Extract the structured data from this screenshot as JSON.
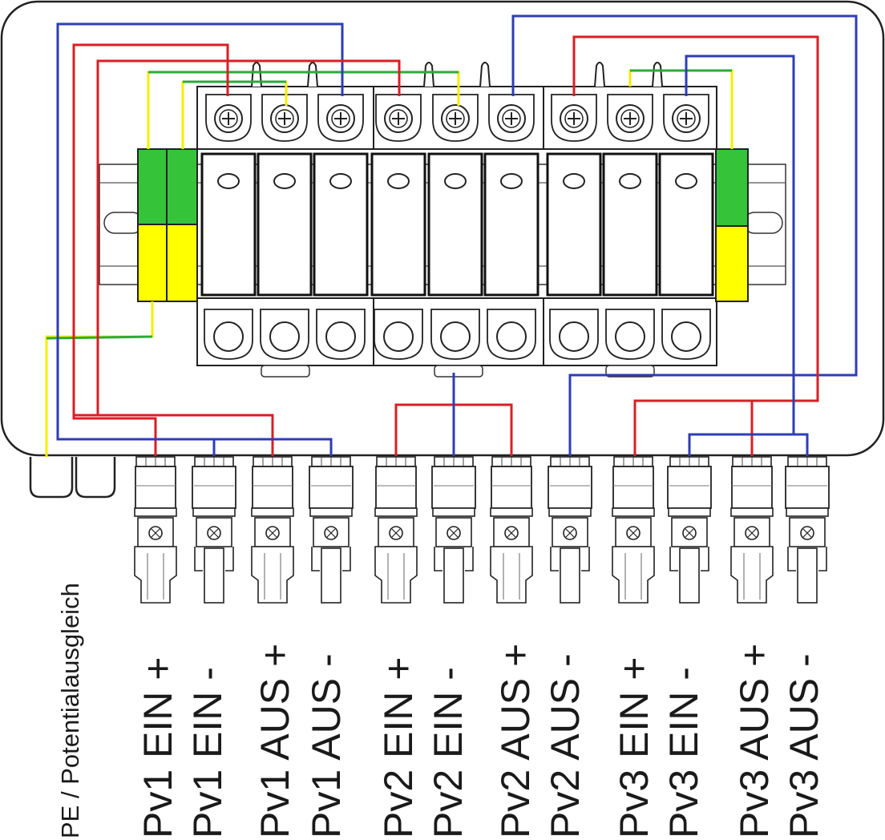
{
  "labels": {
    "pe": "PE / Potentialausgleich",
    "connectors": [
      "Pv1 EIN +",
      "Pv1 EIN -",
      "Pv1 AUS +",
      "Pv1 AUS -",
      "Pv2 EIN +",
      "Pv2 EIN -",
      "Pv2 AUS +",
      "Pv2 AUS -",
      "Pv3 EIN +",
      "Pv3 EIN -",
      "Pv3 AUS +",
      "Pv3 AUS -"
    ]
  },
  "colors": {
    "red": "#d81f26",
    "blue": "#2e3db5",
    "green": "#2aaa3a",
    "yellow": "#f5ee00",
    "block_green": "#35c33a",
    "block_yellow": "#ffff00",
    "outline": "#222222"
  }
}
